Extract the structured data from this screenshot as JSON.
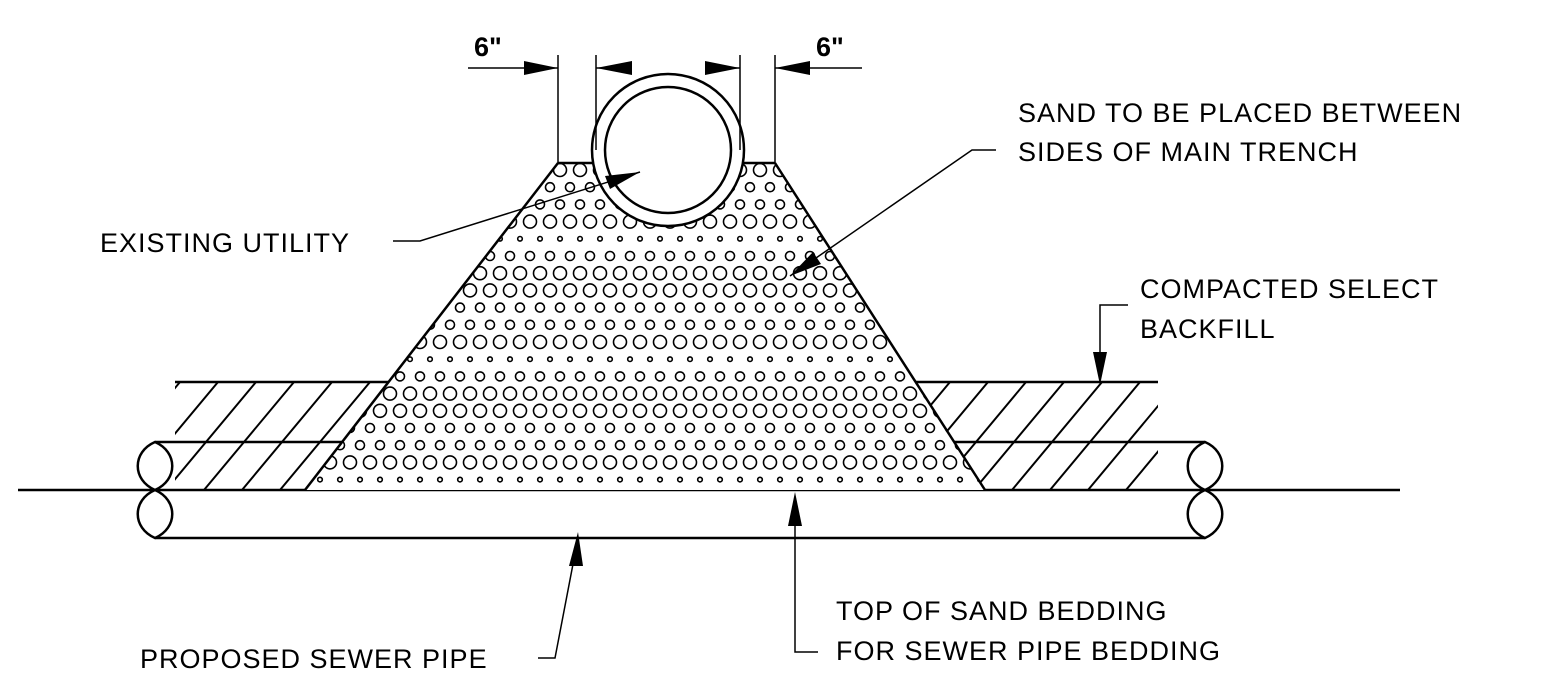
{
  "diagram": {
    "dimensions": {
      "left": "6\"",
      "right": "6\""
    },
    "labels": {
      "existing_utility": "EXISTING UTILITY",
      "sand_line1": "SAND TO BE PLACED BETWEEN",
      "sand_line2": "SIDES OF MAIN TRENCH",
      "backfill_line1": "COMPACTED SELECT",
      "backfill_line2": "BACKFILL",
      "sewer_pipe": "PROPOSED SEWER PIPE",
      "bedding_line1": "TOP OF SAND BEDDING",
      "bedding_line2": "FOR SEWER PIPE BEDDING"
    }
  }
}
